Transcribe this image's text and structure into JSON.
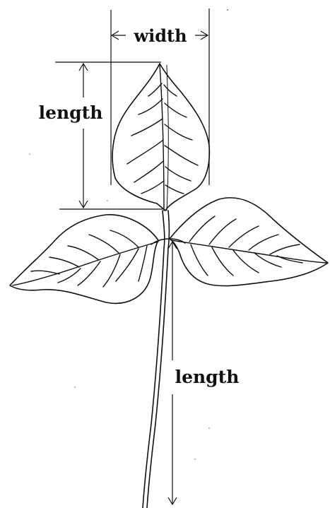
{
  "labels": {
    "leaflet_width": "width",
    "leaflet_length": "length",
    "petiole_length": "length"
  },
  "colors": {
    "ink": "#111111",
    "paper": "#ffffff"
  }
}
